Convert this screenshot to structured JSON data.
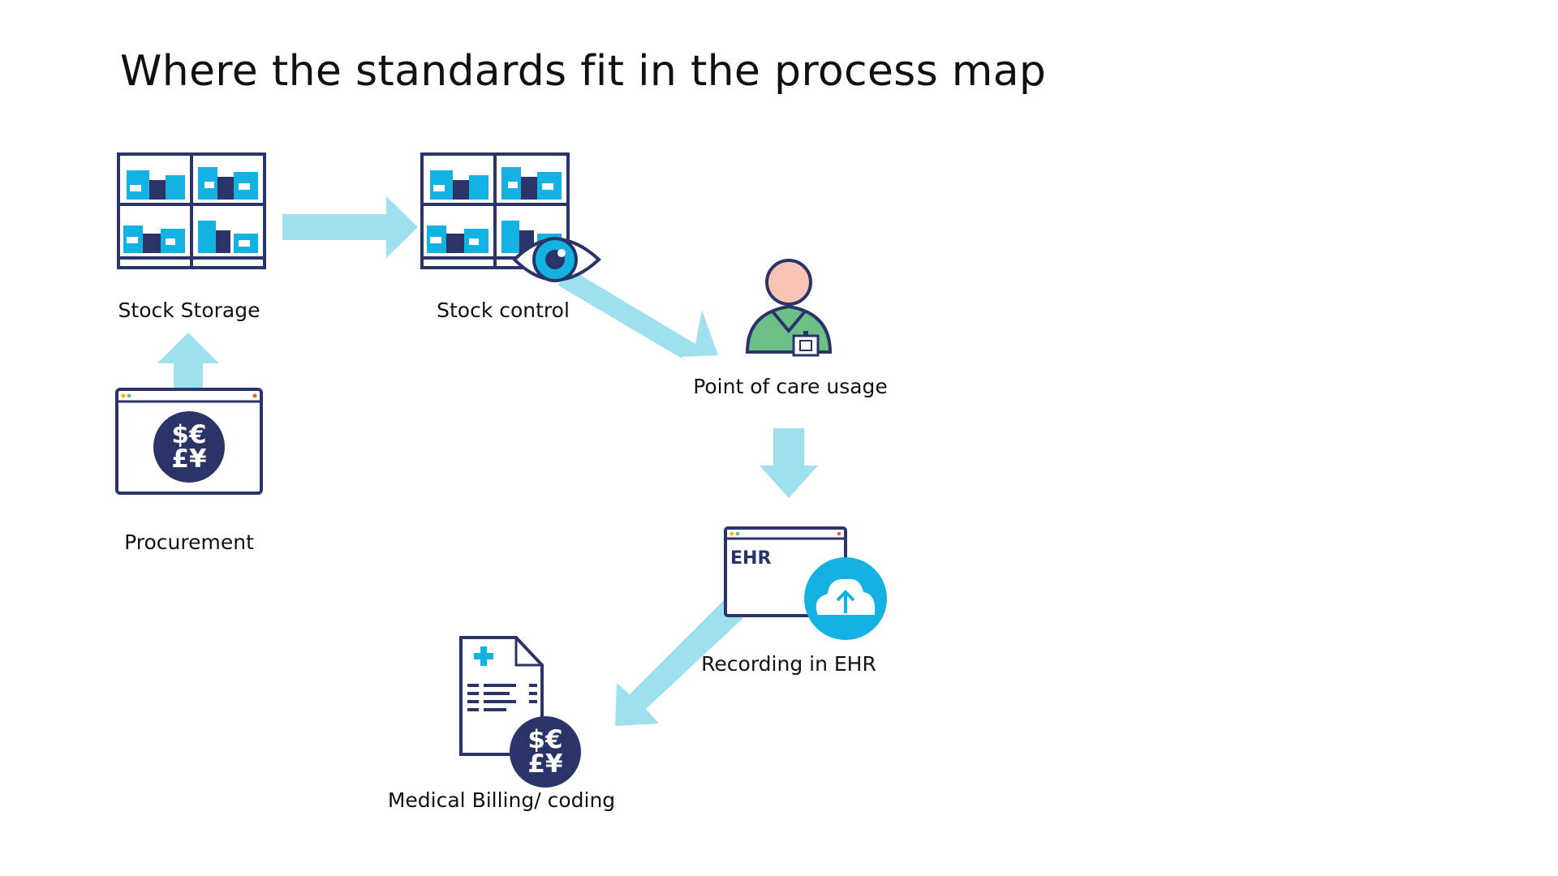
{
  "title": "Where the standards fit in the process map",
  "nodes": {
    "stock_storage": "Stock Storage",
    "stock_control": "Stock control",
    "point_of_care": "Point of care usage",
    "procurement": "Procurement",
    "recording_ehr": "Recording in EHR",
    "medical_billing": "Medical Billing/ coding"
  },
  "icons": {
    "currency_top": "$€",
    "currency_bottom": "£¥",
    "ehr_text": "EHR"
  },
  "colors": {
    "arrow": "#9fe0ef",
    "navy": "#2a3468",
    "cyan": "#14b1e3",
    "skin": "#f7c4b4",
    "scrub": "#6dbf88"
  }
}
